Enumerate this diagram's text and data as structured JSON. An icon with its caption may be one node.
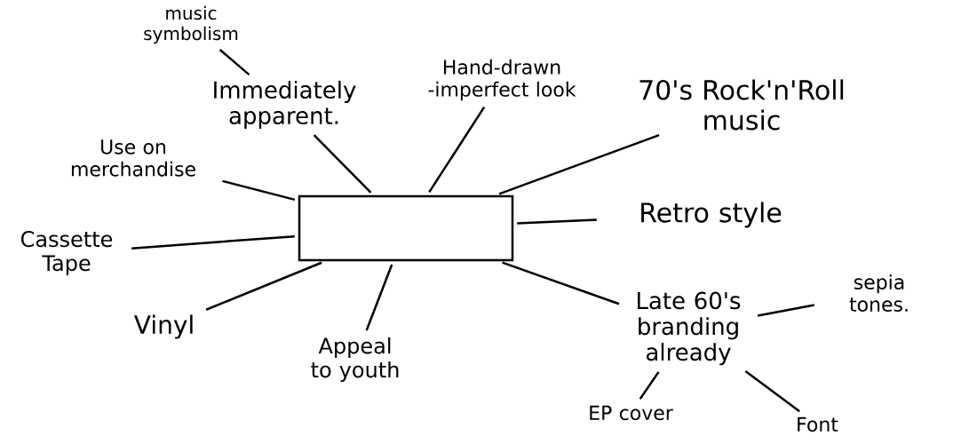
{
  "diagram": {
    "nodes": [
      {
        "text": [],
        "shape": "box"
      },
      {
        "text": [
          "music symbolism"
        ]
      },
      {
        "text": [
          "Immediately apparent."
        ]
      },
      {
        "text": [
          "Hand-drawn -imperfect look"
        ]
      },
      {
        "text": [
          "70's Rock'n'Roll music"
        ]
      },
      {
        "text": [
          "Use on merchandise"
        ]
      },
      {
        "text": [
          "Cassette Tape"
        ]
      },
      {
        "text": [
          "Retro style"
        ]
      },
      {
        "text": [
          "Vinyl"
        ]
      },
      {
        "text": [
          "Appeal to youth"
        ]
      },
      {
        "text": [
          "Late 60's branding already"
        ]
      },
      {
        "text": [
          "sepia tones."
        ]
      },
      {
        "text": [
          "EP cover"
        ]
      },
      {
        "text": [
          "Font"
        ]
      }
    ],
    "edges": [
      {
        "from": 2,
        "to": 1,
        "arrow": "none"
      },
      {
        "from": 0,
        "to": 2,
        "arrow": "none"
      },
      {
        "from": 0,
        "to": 3,
        "arrow": "none"
      },
      {
        "from": 0,
        "to": 4,
        "arrow": "none"
      },
      {
        "from": 0,
        "to": 5,
        "arrow": "none"
      },
      {
        "from": 0,
        "to": 6,
        "arrow": "none"
      },
      {
        "from": 0,
        "to": 7,
        "arrow": "none"
      },
      {
        "from": 0,
        "to": 8,
        "arrow": "none"
      },
      {
        "from": 0,
        "to": 9,
        "arrow": "none"
      },
      {
        "from": 0,
        "to": 10,
        "arrow": "none"
      },
      {
        "from": 10,
        "to": 11,
        "arrow": "none"
      },
      {
        "from": 10,
        "to": 12,
        "arrow": "none"
      },
      {
        "from": 10,
        "to": 13,
        "arrow": "none"
      }
    ]
  }
}
